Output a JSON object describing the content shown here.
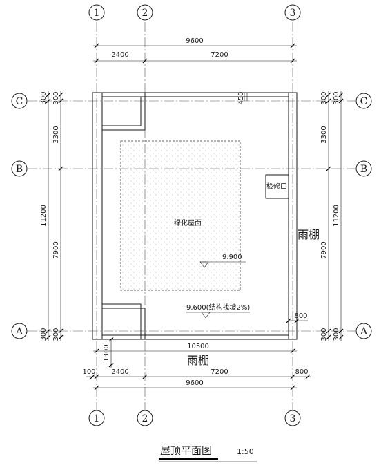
{
  "drawing": {
    "title": "屋顶平面图",
    "scale": "1:50",
    "axes_vertical": [
      "1",
      "2",
      "3"
    ],
    "axes_horizontal": [
      "C",
      "B",
      "A"
    ],
    "dims_top": {
      "overall": "9600",
      "seg_1_2": "2400",
      "seg_2_3": "7200"
    },
    "dims_bottom": {
      "overall_canopy": "10500",
      "seg_left": "100",
      "seg_1_2": "2400",
      "seg_2_3": "7200",
      "seg_right": "800",
      "overall": "9600",
      "canopy_right": "800",
      "canopy_depth": "1300"
    },
    "dims_side": {
      "edge_top": "300",
      "wall_top": "300",
      "c_to_b": "3300",
      "b_to_a": "7900",
      "overall": "11200",
      "wall_bottom": "300",
      "edge_bottom": "300"
    },
    "dim_450": "450",
    "labels": {
      "green_roof": "绿化屋面",
      "canopy_right": "雨棚",
      "canopy_bottom": "雨棚",
      "access_hatch": "检修口",
      "elev_top": "9.900",
      "elev_bottom": "9.600(结构找坡2%)"
    }
  }
}
